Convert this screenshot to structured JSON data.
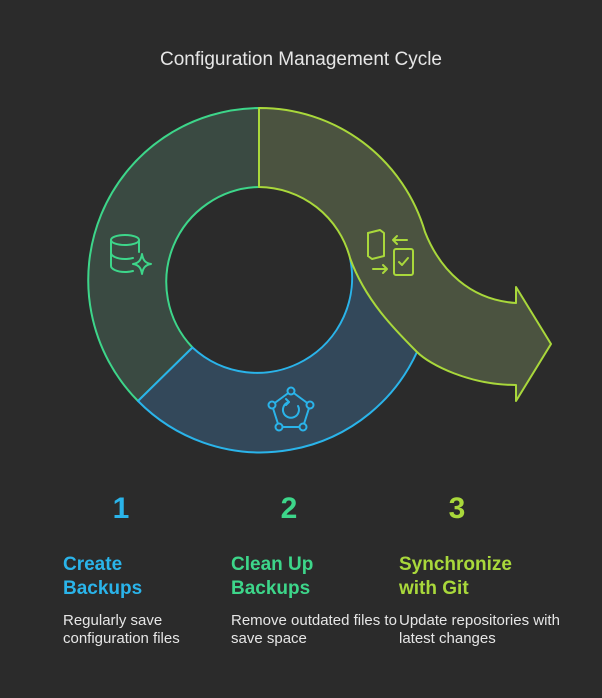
{
  "title": "Configuration Management Cycle",
  "colors": {
    "background": "#2b2b2b",
    "blue": "#2ab4ea",
    "green": "#3dd68a",
    "lime": "#a9d83b"
  },
  "segments": [
    {
      "name": "create-backups",
      "icon": "database-sparkle-icon",
      "color": "#3dd68a"
    },
    {
      "name": "clean-up-backups",
      "icon": "pentagon-refresh-icon",
      "color": "#2ab4ea"
    },
    {
      "name": "synchronize-git",
      "icon": "phone-sync-icon",
      "color": "#a9d83b"
    }
  ],
  "steps": [
    {
      "number": "1",
      "title": "Create Backups",
      "description": "Regularly save configuration files"
    },
    {
      "number": "2",
      "title": "Clean Up Backups",
      "description": "Remove outdated files to save space"
    },
    {
      "number": "3",
      "title": "Synchronize with Git",
      "description": "Update repositories with latest changes"
    }
  ]
}
